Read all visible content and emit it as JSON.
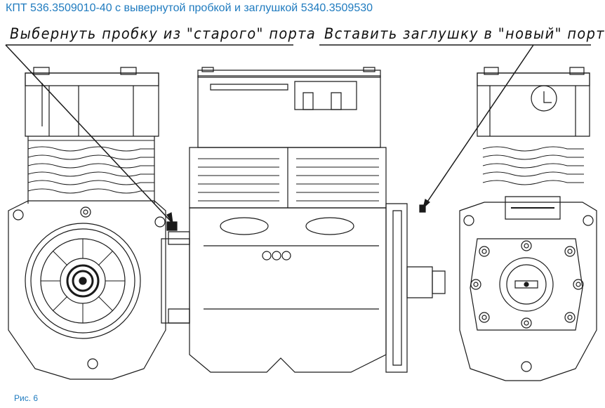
{
  "document": {
    "title": "КПТ 536.3509010-40 с вывернутой пробкой и заглушкой 5340.3509530",
    "caption": "Рис. 6"
  },
  "callouts": {
    "left": "Выбернуть пробку из \"старого\" порта",
    "right": "Вставить заглушку в \"новый\" порт"
  },
  "colors": {
    "title": "#1f7bbf",
    "line": "#1a1a1a"
  }
}
